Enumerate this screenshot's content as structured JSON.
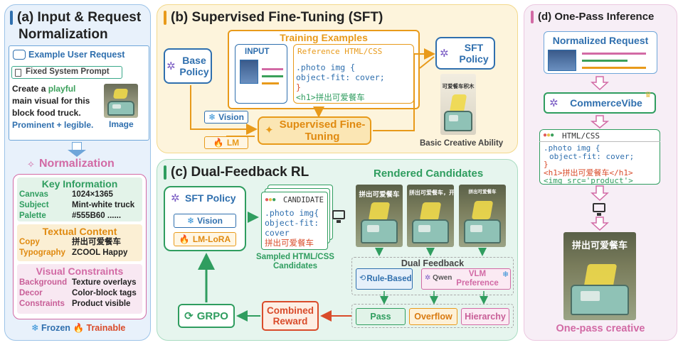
{
  "colors": {
    "panel_a": "#e8f1fb",
    "panel_a_border": "#9cc3e8",
    "panel_b": "#fdf4dc",
    "panel_b_border": "#f0c95a",
    "panel_c": "#e6f5ee",
    "panel_c_border": "#8fd0ad",
    "panel_d": "#f7eef6",
    "panel_d_border": "#e2b6d8",
    "blue": "#2f6fae",
    "orange": "#e89a1a",
    "green": "#2f9d5f",
    "pink": "#d26aa5",
    "purple": "#7a5cc4",
    "red": "#d94b2a"
  },
  "panel_a": {
    "title_line1": "(a) Input & Request",
    "title_line2": "Normalization",
    "user_request_label": "Example User Request",
    "system_prompt_label": "Fixed System Prompt",
    "request_text_1": "Create a",
    "request_text_playful": "playful",
    "request_text_2": "main visual for this",
    "request_text_3": "block food truck.",
    "request_text_4": "Prominent + legible.",
    "image_label": "Image",
    "normalization_label": "Normalization",
    "key_info": {
      "header": "Key Information",
      "rows": [
        {
          "k": "Canvas",
          "v": "1024×1365"
        },
        {
          "k": "Subject",
          "v": "Mint-white truck"
        },
        {
          "k": "Palette",
          "v": "#555B60 ......"
        }
      ]
    },
    "textual": {
      "header": "Textual Content",
      "rows": [
        {
          "k": "Copy",
          "v": "拼出可爱餐车"
        },
        {
          "k": "Typography",
          "v": "ZCOOL Happy"
        }
      ]
    },
    "visual": {
      "header": "Visual Constraints",
      "rows": [
        {
          "k": "Background",
          "v": "Texture overlays"
        },
        {
          "k": "Decor",
          "v": "Color-block tags"
        },
        {
          "k": "Constraints",
          "v": "Product visible"
        }
      ]
    },
    "legend_frozen": "Frozen",
    "legend_trainable": "Trainable"
  },
  "panel_b": {
    "title": "(b) Supervised Fine-Tuning (SFT)",
    "training_examples": "Training Examples",
    "input_label": "INPUT",
    "reference_label": "Reference HTML/CSS",
    "code_1": ".photo img {",
    "code_2": "object-fit: cover;",
    "code_3": "}",
    "code_4": "<h1>拼出可爱餐车",
    "base_policy": "Base Policy",
    "vision": "Vision",
    "lm": "LM",
    "sft_box": "Supervised Fine-Tuning",
    "sft_policy": "SFT Policy",
    "poster_text": "可爱餐车积木",
    "basic_creative": "Basic Creative Ability"
  },
  "panel_c": {
    "title": "(c) Dual-Feedback RL",
    "sft_policy": "SFT Policy",
    "vision": "Vision",
    "lm_lora": "LM-LoRA",
    "candidate_label": "CANDIDATE",
    "cand_code_1": ".photo img{",
    "cand_code_2": "object-fit:",
    "cand_code_3": "cover",
    "cand_code_4": "拼出可爱餐车",
    "sampled_1": "Sampled HTML/CSS",
    "sampled_2": "Candidates",
    "rendered_candidates": "Rendered Candidates",
    "poster_texts": [
      "拼出可爱餐车",
      "拼出可爱餐车，开",
      "拼出可爱餐车"
    ],
    "dual_feedback": "Dual Feedback",
    "rule_based": "Rule-Based",
    "qwen": "Qwen",
    "vlm_pref": "VLM Preference",
    "pass": "Pass",
    "overflow": "Overflow",
    "hierarchy": "Hierarchy",
    "combined_reward": "Combined Reward",
    "grpo": "GRPO"
  },
  "panel_d": {
    "title": "(d) One-Pass Inference",
    "normalized_request": "Normalized Request",
    "commercevibe": "CommerceVibe",
    "html_css": "HTML/CSS",
    "code_1": ".photo img {",
    "code_2": "object-fit: cover;",
    "code_3": "}",
    "code_4": "<h1>拼出可爱餐车</h1>",
    "code_5": "<img src='product'>",
    "poster_text": "拼出可爱餐车",
    "one_pass": "One-pass creative"
  },
  "icons": [
    "user-request-icon",
    "document-icon",
    "sparkle-wand-icon",
    "snowflake-icon",
    "flame-icon",
    "model-logo-icon",
    "monitor-icon",
    "refresh-icon",
    "crown-icon"
  ]
}
